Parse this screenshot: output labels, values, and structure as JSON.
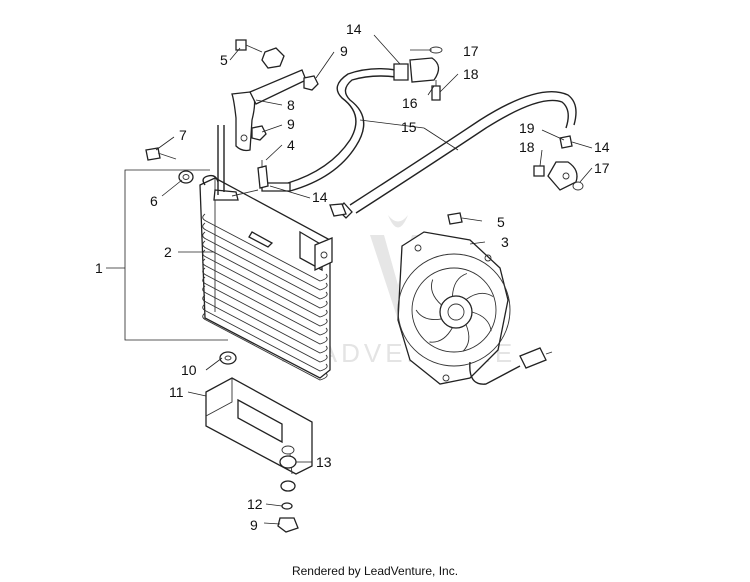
{
  "callouts": {
    "c1": "1",
    "c2": "2",
    "c3": "3",
    "c4": "4",
    "c5a": "5",
    "c5b": "5",
    "c6": "6",
    "c7": "7",
    "c8": "8",
    "c9a": "9",
    "c9b": "9",
    "c9c": "9",
    "c10": "10",
    "c11": "11",
    "c12": "12",
    "c13": "13",
    "c14a": "14",
    "c14b": "14",
    "c14c": "14",
    "c15": "15",
    "c16": "16",
    "c17a": "17",
    "c17b": "17",
    "c18a": "18",
    "c18b": "18",
    "c19": "19"
  },
  "watermark": "LEADVENTURE",
  "footer": "Rendered by LeadVenture, Inc."
}
